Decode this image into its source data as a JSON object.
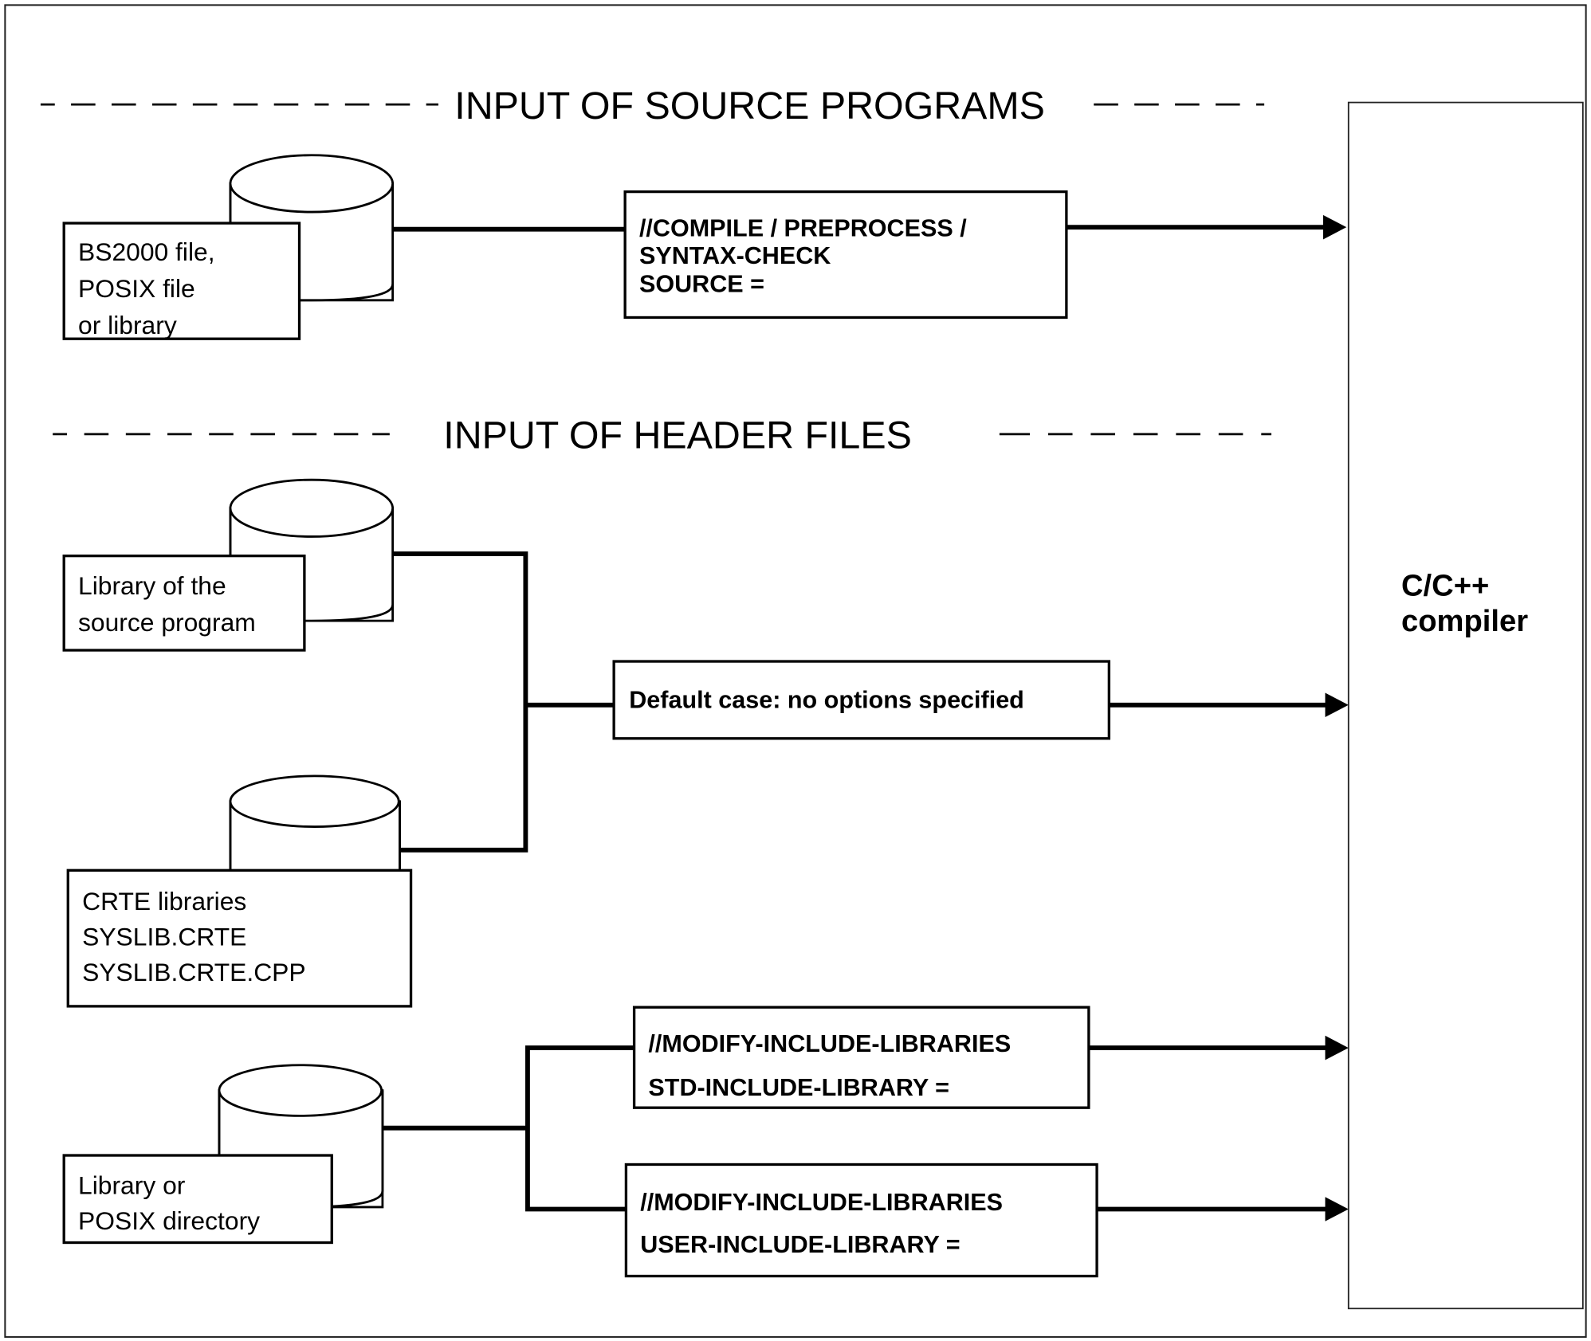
{
  "diagram": {
    "headings": {
      "source_programs": "INPUT OF SOURCE PROGRAMS",
      "header_files": "INPUT OF HEADER FILES"
    },
    "compiler": {
      "lines": [
        "C/C++",
        "compiler"
      ]
    },
    "sources": [
      {
        "id": "bs2000-source",
        "icon": "database-cylinder-icon",
        "lines": [
          "BS2000 file,",
          "POSIX file",
          "or library"
        ]
      },
      {
        "id": "source-program-library",
        "icon": "database-cylinder-icon",
        "lines": [
          "Library of the",
          "source program"
        ]
      },
      {
        "id": "crte-libraries",
        "icon": "database-cylinder-icon",
        "lines": [
          "CRTE libraries",
          "SYSLIB.CRTE",
          "SYSLIB.CRTE.CPP"
        ]
      },
      {
        "id": "library-or-posix-directory",
        "icon": "database-cylinder-icon",
        "lines": [
          "Library or",
          "POSIX directory"
        ]
      }
    ],
    "commands": [
      {
        "id": "compile-source",
        "lines": [
          "//COMPILE / PREPROCESS /",
          "SYNTAX-CHECK",
          "SOURCE ="
        ]
      },
      {
        "id": "default-case",
        "lines": [
          "Default case: no options specified"
        ]
      },
      {
        "id": "std-include-library",
        "lines": [
          "//MODIFY-INCLUDE-LIBRARIES",
          "STD-INCLUDE-LIBRARY ="
        ]
      },
      {
        "id": "user-include-library",
        "lines": [
          "//MODIFY-INCLUDE-LIBRARIES",
          "USER-INCLUDE-LIBRARY ="
        ]
      }
    ],
    "edges": [
      {
        "from": "bs2000-source",
        "to": "compile-source"
      },
      {
        "from": "compile-source",
        "to": "compiler"
      },
      {
        "from": "source-program-library",
        "to": "default-case"
      },
      {
        "from": "crte-libraries",
        "to": "default-case"
      },
      {
        "from": "default-case",
        "to": "compiler"
      },
      {
        "from": "library-or-posix-directory",
        "to": "std-include-library"
      },
      {
        "from": "library-or-posix-directory",
        "to": "user-include-library"
      },
      {
        "from": "std-include-library",
        "to": "compiler"
      },
      {
        "from": "user-include-library",
        "to": "compiler"
      }
    ]
  }
}
